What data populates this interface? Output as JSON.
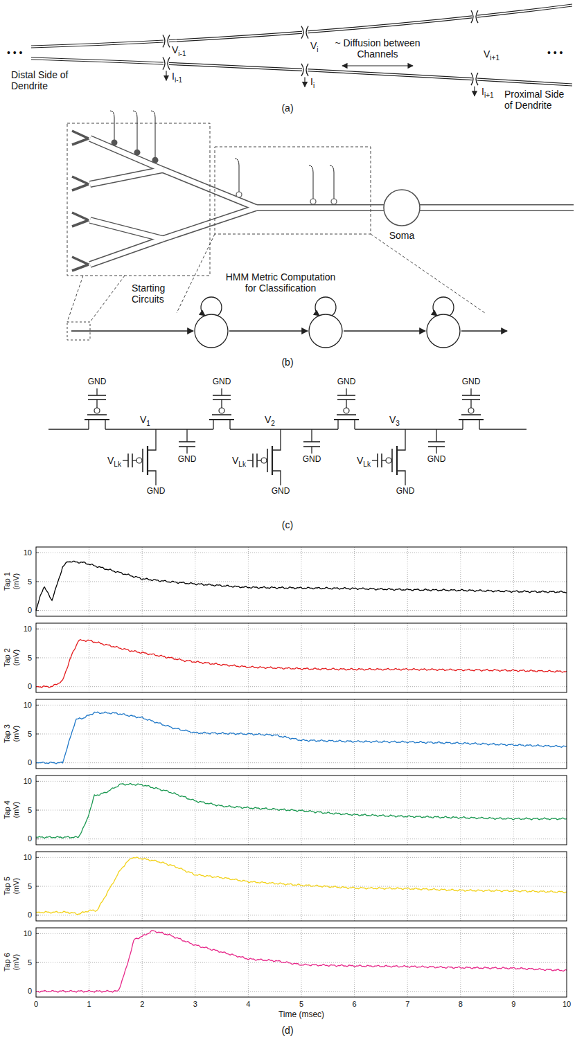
{
  "diagram": {
    "labels": [
      "• • •",
      "Distal Side of Dendrite",
      "Vi-1",
      "Vi",
      "~ Diffusion between Channels",
      "Vi+1",
      "• • •",
      "Ii-1",
      "Ii",
      "Ii+1",
      "Proximal Side of Dendrite",
      "(a)",
      "Soma",
      "Starting Circuits",
      "HMM Metric Computation for Classification",
      "(b)",
      "GND",
      "GND",
      "GND",
      "GND",
      "V1",
      "V2",
      "V3",
      "VLk",
      "VLk",
      "VLk",
      "GND",
      "GND",
      "GND",
      "GND",
      "GND",
      "GND",
      "(c)",
      "Tap 1 (mV)",
      "Tap 2 (mV)",
      "Tap 3 (mV)",
      "Tap 4 (mV)",
      "Tap 5 (mV)",
      "Tap 6 (mV)",
      "10",
      "5",
      "0",
      "10",
      "5",
      "0",
      "10",
      "5",
      "0",
      "10",
      "5",
      "0",
      "10",
      "5",
      "0",
      "10",
      "5",
      "0",
      "0",
      "1",
      "2",
      "3",
      "4",
      "5",
      "6",
      "7",
      "8",
      "9",
      "10",
      "Time (msec)",
      "(d)"
    ]
  }
}
